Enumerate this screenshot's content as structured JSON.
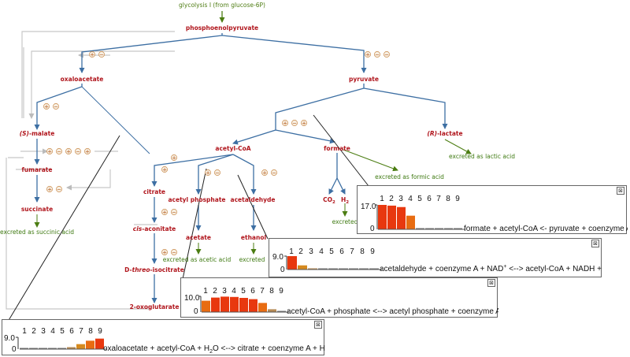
{
  "pathway": {
    "top_label": "glycolysis I (from glucose-6P)",
    "metabolites": {
      "pep": "phosphoenolpyruvate",
      "oxaloacetate": "oxaloacetate",
      "pyruvate": "pyruvate",
      "malate_prefix": "(S)",
      "malate_suffix": "-malate",
      "lactate_prefix": "(R)",
      "lactate_suffix": "-lactate",
      "fumarate": "fumarate",
      "succinate": "succinate",
      "acetyl_coa": "acetyl-CoA",
      "formate": "formate",
      "citrate": "citrate",
      "acetyl_phosphate": "acetyl phosphate",
      "acetaldehyde": "acetaldehyde",
      "co2": "CO",
      "co2_sub": "2",
      "h2": "H",
      "h2_sub": "2",
      "cis_prefix": "cis",
      "cis_suffix": "-aconitate",
      "iso_prefix": "D-",
      "iso_mid": "threo",
      "iso_suffix": "-isocitrate",
      "acetate": "acetate",
      "ethanol": "ethanol",
      "oxoglutarate": "2-oxoglutarate"
    },
    "excreted": {
      "lactic": "excreted as lactic acid",
      "formic": "excreted as formic acid",
      "succinic": "excreted as succinic acid",
      "acetic": "excreted as acetic acid",
      "ethanol": "excreted",
      "h2": "excreted"
    },
    "plus": "+",
    "minus": "−"
  },
  "popups": [
    {
      "id": "formate",
      "close": "⊠",
      "ymax_label": "17.0",
      "zero_label": "0",
      "indices": [
        "1",
        "2",
        "3",
        "4",
        "5",
        "6",
        "7",
        "8",
        "9"
      ],
      "values": [
        17.0,
        16.5,
        15.5,
        9.5,
        0.7,
        0.2,
        0.2,
        0.2,
        0.2
      ],
      "reaction": "formate + acetyl-CoA  <-  pyruvate + coenzyme A"
    },
    {
      "id": "acetaldehyde",
      "close": "⊠",
      "ymax_label": "9.0",
      "zero_label": "0",
      "indices": [
        "1",
        "2",
        "3",
        "4",
        "5",
        "6",
        "7",
        "8",
        "9"
      ],
      "values": [
        9.0,
        2.8,
        0.8,
        0.3,
        0.3,
        0.3,
        0.3,
        0.3,
        0.3
      ],
      "reaction_a": "acetaldehyde + coenzyme A + NAD",
      "reaction_a_sup": "+",
      "reaction_b": "  <-->  acetyl-CoA + NADH + H",
      "reaction_b_sup": "+"
    },
    {
      "id": "acetylp",
      "close": "⊠",
      "ymax_label": "10.0",
      "zero_label": "0",
      "indices": [
        "1",
        "2",
        "3",
        "4",
        "5",
        "6",
        "7",
        "8",
        "9"
      ],
      "values": [
        7.2,
        9.2,
        9.8,
        9.6,
        9.0,
        8.2,
        5.8,
        1.8,
        0.5
      ],
      "reaction": "acetyl-CoA + phosphate  <-->  acetyl phosphate + coenzyme A"
    },
    {
      "id": "citrate",
      "close": "⊠",
      "ymax_label": "9.0",
      "zero_label": "0",
      "indices": [
        "1",
        "2",
        "3",
        "4",
        "5",
        "6",
        "7",
        "8",
        "9"
      ],
      "values": [
        0.3,
        0.3,
        0.3,
        0.3,
        0.4,
        1.5,
        3.8,
        6.4,
        8.0
      ],
      "reaction_a": "oxaloacetate + acetyl-CoA + H",
      "reaction_a_sub": "2",
      "reaction_b": "O  <-->  citrate + coenzyme A + H",
      "reaction_b_sup": "+"
    }
  ]
}
